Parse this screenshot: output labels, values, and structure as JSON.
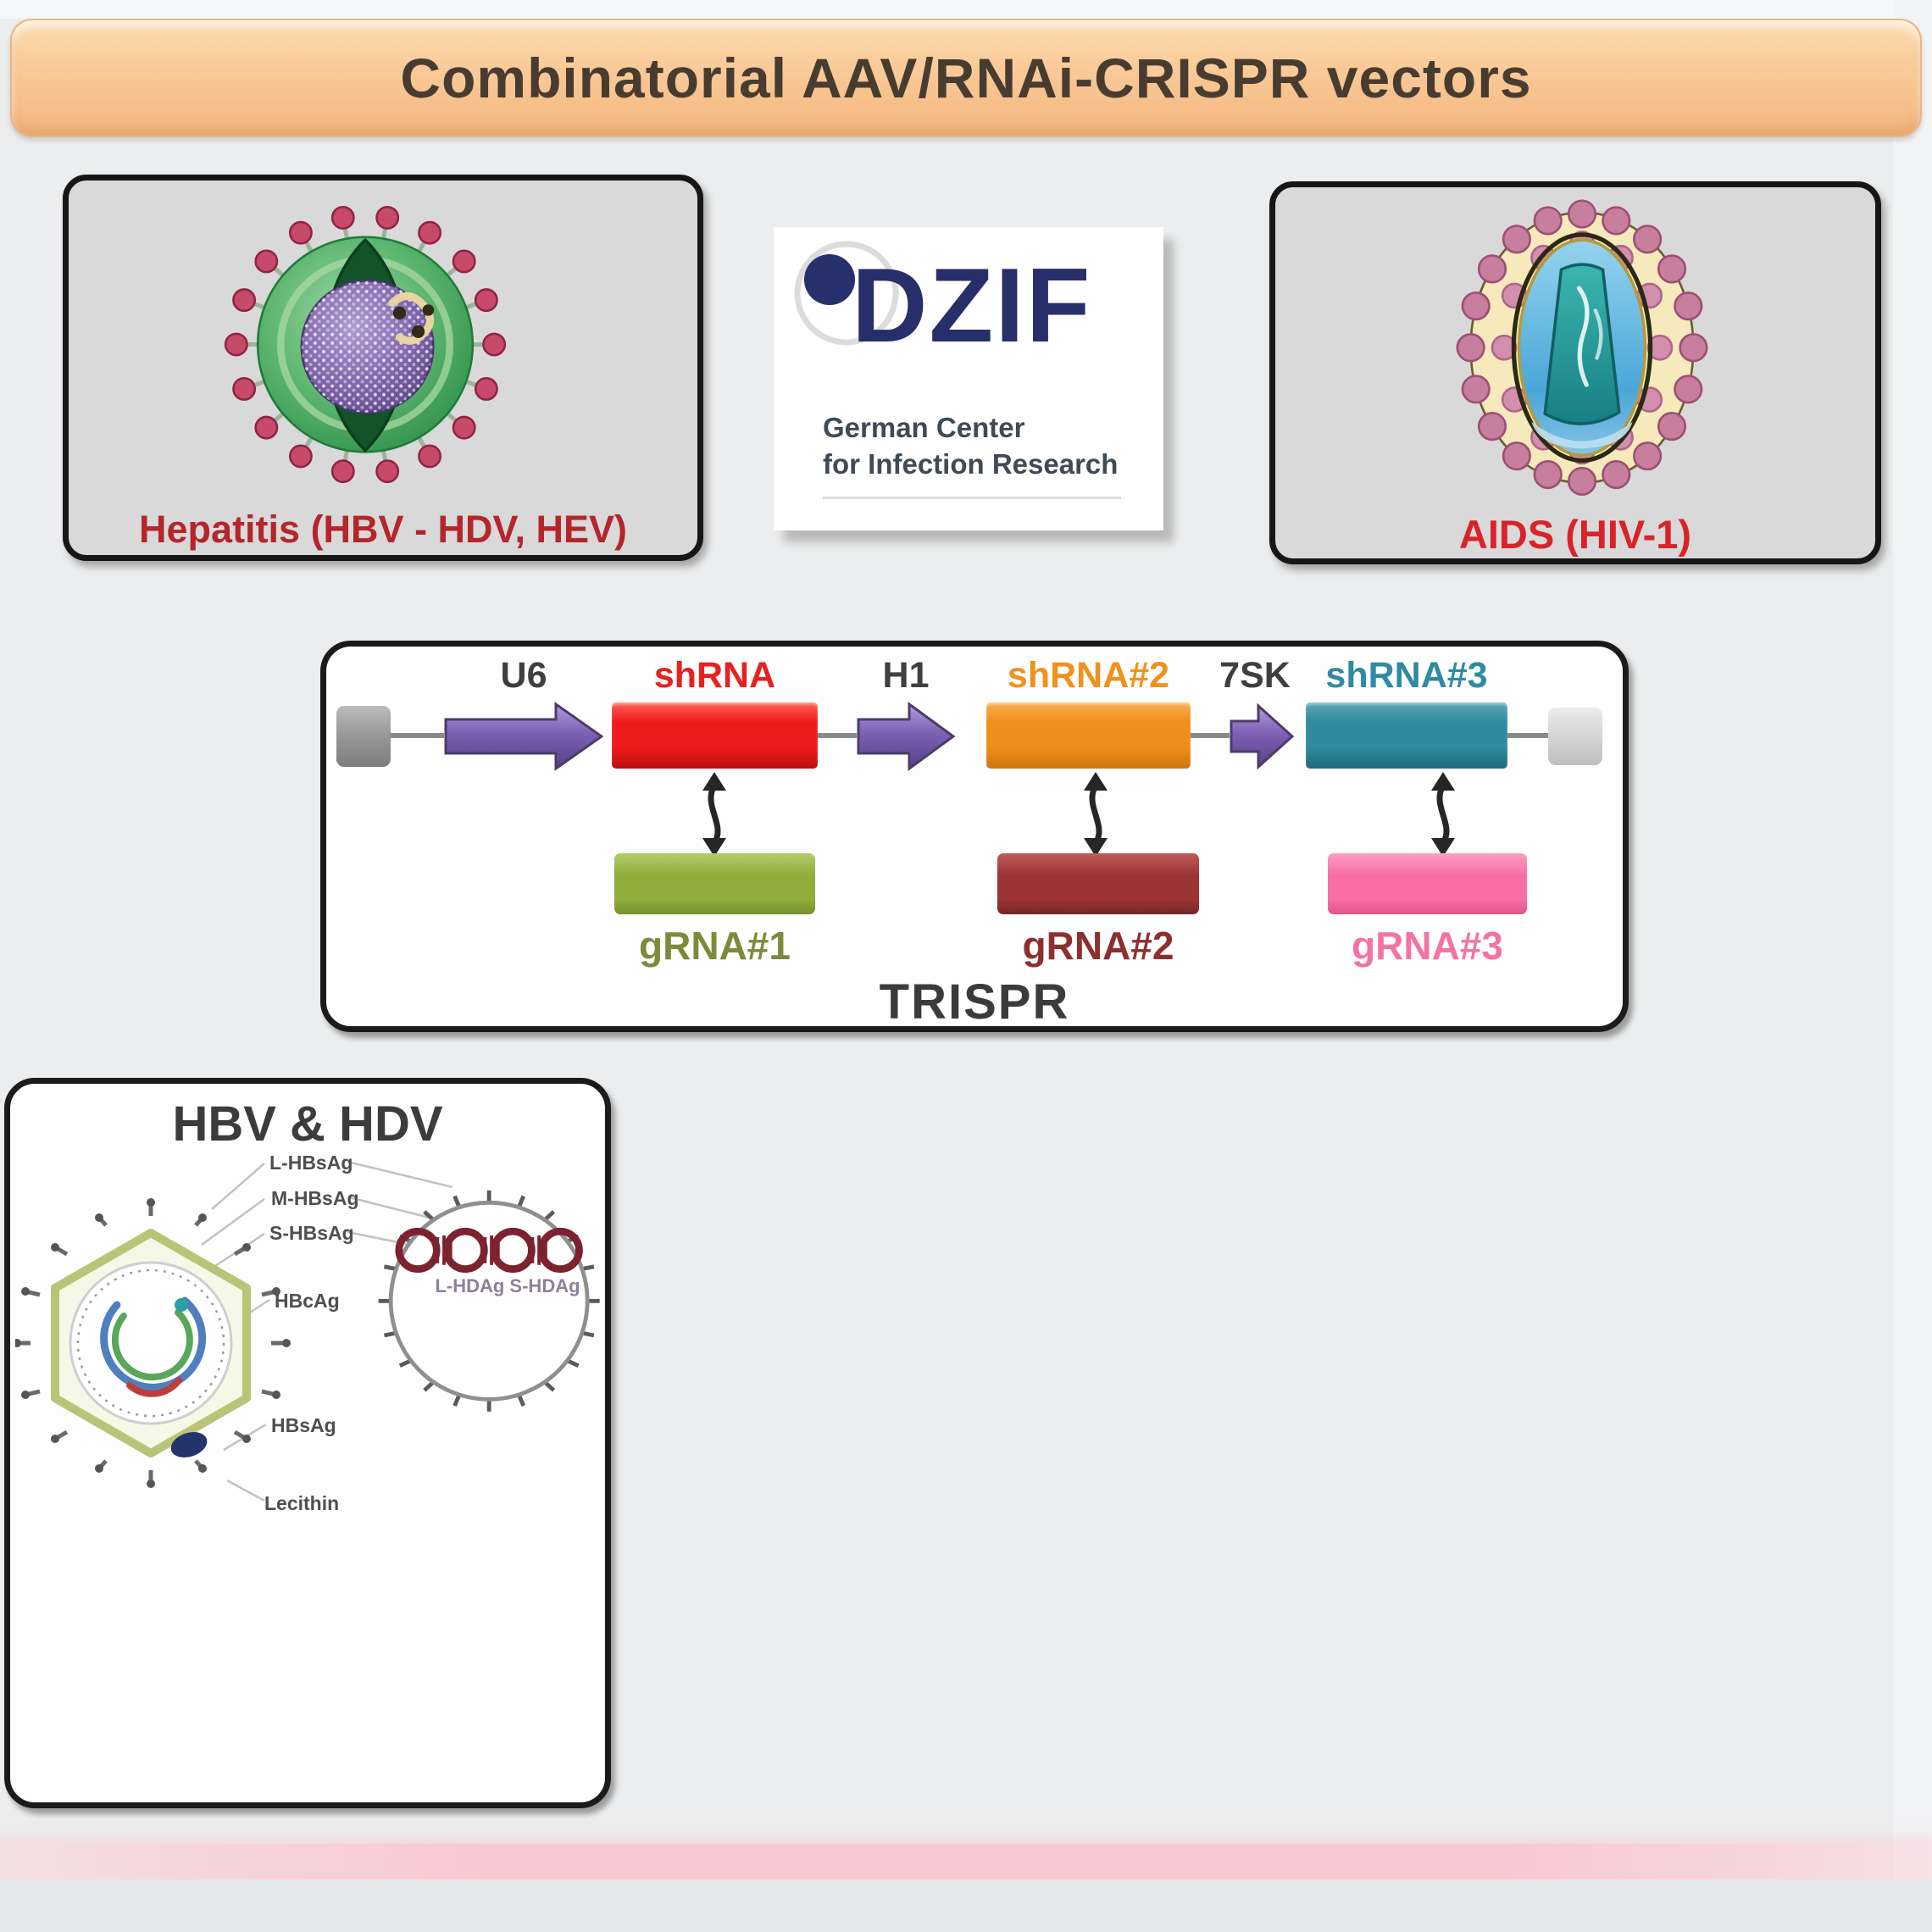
{
  "title": "Combinatorial AAV/RNAi-CRISPR vectors",
  "cards": {
    "hepatitis": {
      "caption": "Hepatitis (HBV - HDV, HEV)"
    },
    "aids": {
      "caption": "AIDS (HIV-1)"
    },
    "dzif": {
      "acronym": "DZIF",
      "name_line1": "German Center",
      "name_line2": "for Infection Research"
    }
  },
  "trispr": {
    "title": "TRISPR",
    "promoters": [
      {
        "label": "U6"
      },
      {
        "label": "H1"
      },
      {
        "label": "7SK"
      }
    ],
    "shrnas": [
      {
        "label": "shRNA",
        "color": "#e8201f"
      },
      {
        "label": "shRNA#2",
        "color": "#f0921d"
      },
      {
        "label": "shRNA#3",
        "color": "#2f8ba1"
      }
    ],
    "grnas": [
      {
        "label": "gRNA#1",
        "color": "#7d8a3a"
      },
      {
        "label": "gRNA#2",
        "color": "#8e2f2f"
      },
      {
        "label": "gRNA#3",
        "color": "#f473a6"
      }
    ]
  },
  "hbv_hdv": {
    "title": "HBV & HDV",
    "hbv_labels": [
      {
        "text": "L-HBsAg"
      },
      {
        "text": "M-HBsAg"
      },
      {
        "text": "S-HBsAg"
      },
      {
        "text": "HBcAg"
      },
      {
        "text": "HBsAg"
      },
      {
        "text": "Lecithin"
      }
    ],
    "hdv_label": "L-HDAg  S-HDAg"
  },
  "colors": {
    "banner_fill": "#f9c997",
    "title_text": "#483c31",
    "card_fill": "#d9d9d9",
    "hepatitis_caption": "#b4262c",
    "aids_caption": "#d8232a",
    "dzif_navy": "#272f6a",
    "promoter_purple": "#7e60b4",
    "shrna_red": "#ee1b1b",
    "shrna2_orange": "#f08e1b",
    "shrna3_teal": "#2e8c9e",
    "grna1_green": "#8fae3c",
    "grna2_darkred": "#9c3434",
    "grna3_pink": "#f96fa4",
    "bottom_band_pink": "#f7c6d1"
  }
}
